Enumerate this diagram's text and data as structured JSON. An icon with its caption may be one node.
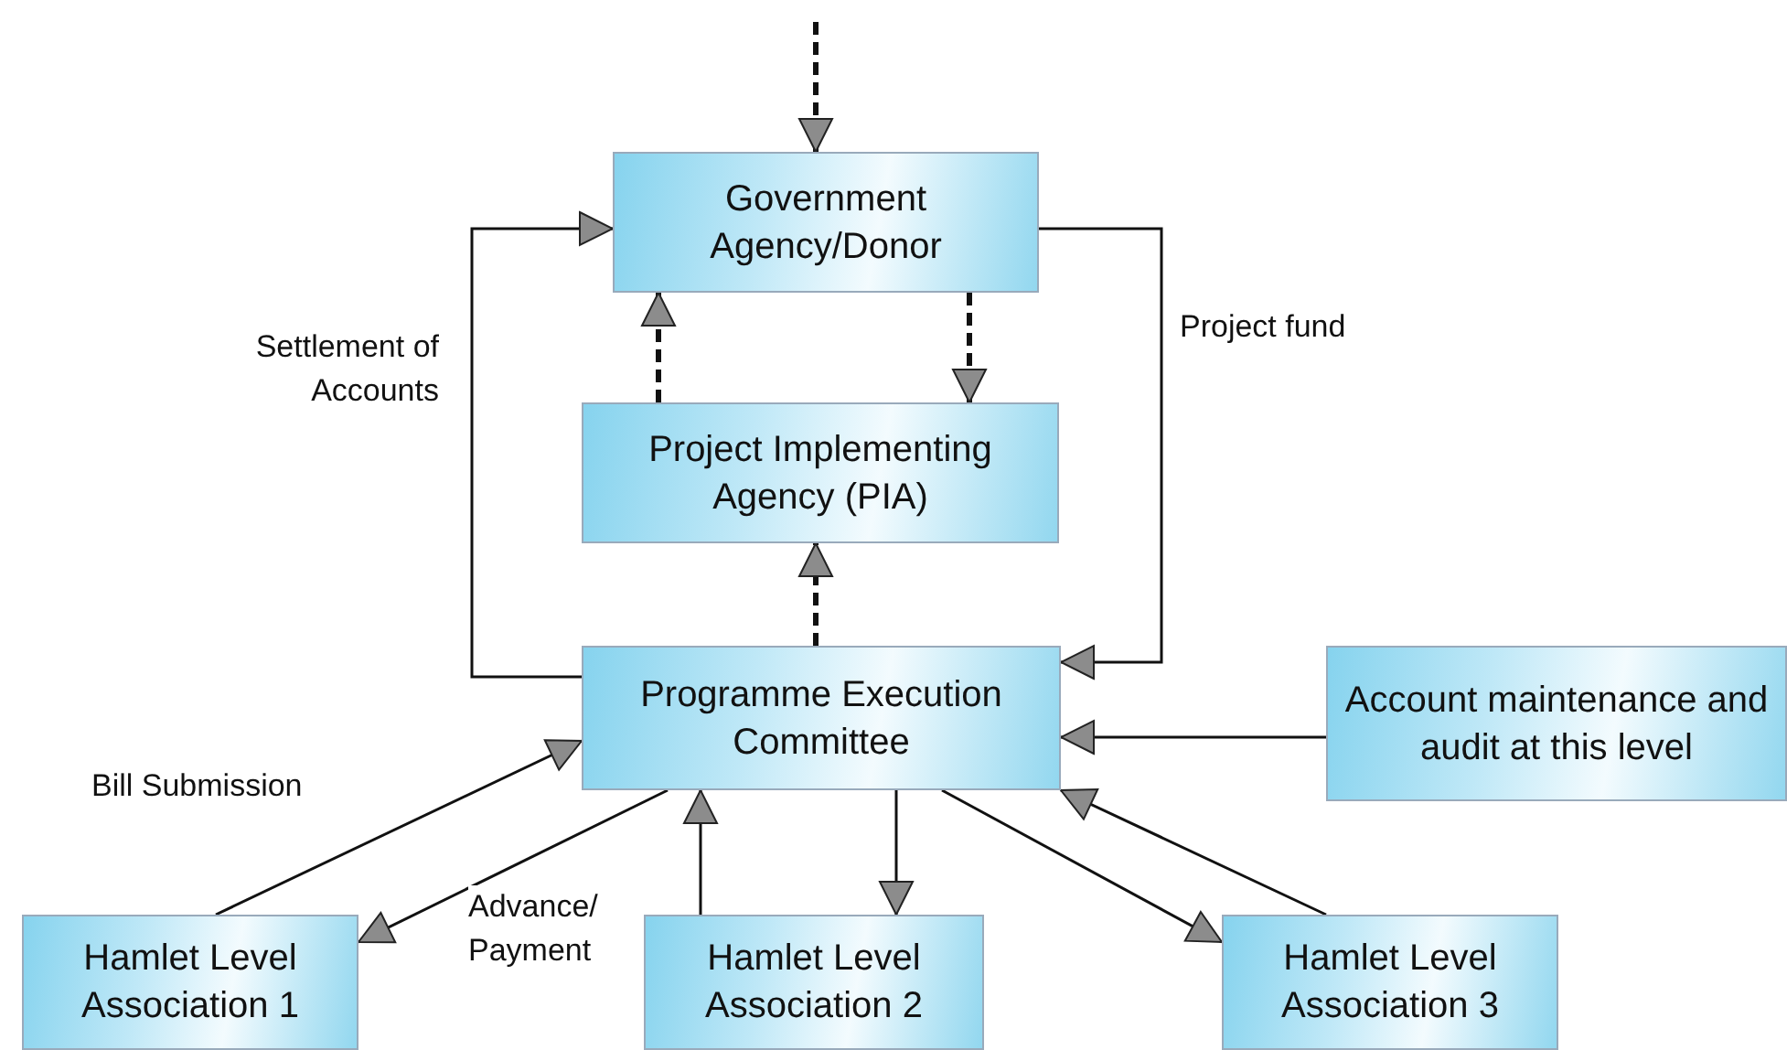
{
  "diagram": {
    "nodes": [
      {
        "text": [
          "Government Agency/Donor"
        ]
      },
      {
        "text": [
          "Project Implementing Agency (PIA)"
        ]
      },
      {
        "text": [
          "Programme Execution Committee"
        ]
      },
      {
        "text": [
          "Account maintenance and audit at this level"
        ]
      },
      {
        "text": [
          "Hamlet Level Association 1"
        ]
      },
      {
        "text": [
          "Hamlet Level Association 2"
        ]
      },
      {
        "text": [
          "Hamlet Level Association 3"
        ]
      }
    ],
    "edges": [
      {
        "from": null,
        "to": 0,
        "arrow": "to",
        "style": "dashed"
      },
      {
        "from": 1,
        "to": 0,
        "arrow": "to",
        "style": "dashed"
      },
      {
        "from": 0,
        "to": 1,
        "arrow": "to",
        "style": "dashed"
      },
      {
        "from": 2,
        "to": 1,
        "arrow": "to",
        "style": "dashed"
      },
      {
        "from": 2,
        "to": 0,
        "arrow": "to",
        "label": "Settlement of Accounts"
      },
      {
        "from": 0,
        "to": 2,
        "arrow": "to",
        "label": "Project fund"
      },
      {
        "from": 3,
        "to": 2,
        "arrow": "to"
      },
      {
        "from": 4,
        "to": 2,
        "arrow": "to",
        "label": "Bill Submission"
      },
      {
        "from": 2,
        "to": 4,
        "arrow": "to",
        "label": "Advance/ Payment"
      },
      {
        "from": 5,
        "to": 2,
        "arrow": "to"
      },
      {
        "from": 2,
        "to": 5,
        "arrow": "to"
      },
      {
        "from": 2,
        "to": 6,
        "arrow": "to"
      },
      {
        "from": 6,
        "to": 2,
        "arrow": "to"
      }
    ]
  }
}
